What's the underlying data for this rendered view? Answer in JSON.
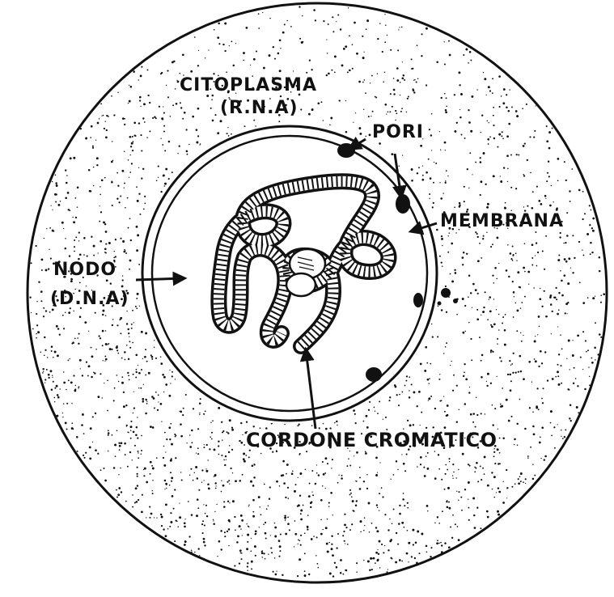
{
  "labels": {
    "cytoplasm": "CITOPLASMA",
    "cytoplasm_sub": "(R.N.A)",
    "pores": "PORI",
    "membrane": "MEMBRANA",
    "nucleus": "NODO",
    "nucleus_sub": "(D.N.A)",
    "chromatin": "CORDONE CROMATICO"
  },
  "colors": {
    "ink": "#111111",
    "paper": "#ffffff"
  }
}
